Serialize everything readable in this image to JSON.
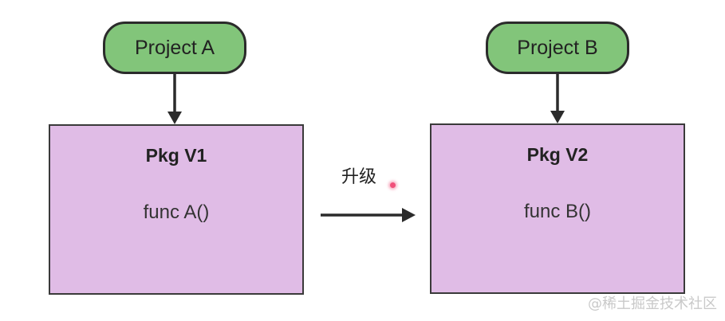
{
  "project_a": {
    "label": "Project A"
  },
  "project_b": {
    "label": "Project B"
  },
  "package_v1": {
    "title": "Pkg V1",
    "func": "func A()"
  },
  "package_v2": {
    "title": "Pkg V2",
    "func": "func B()"
  },
  "upgrade_label": "升级",
  "watermark": "@稀土掘金技术社区",
  "colors": {
    "project_fill": "#82c57a",
    "package_fill": "#e0bce6",
    "outline": "#2b2b2b"
  }
}
